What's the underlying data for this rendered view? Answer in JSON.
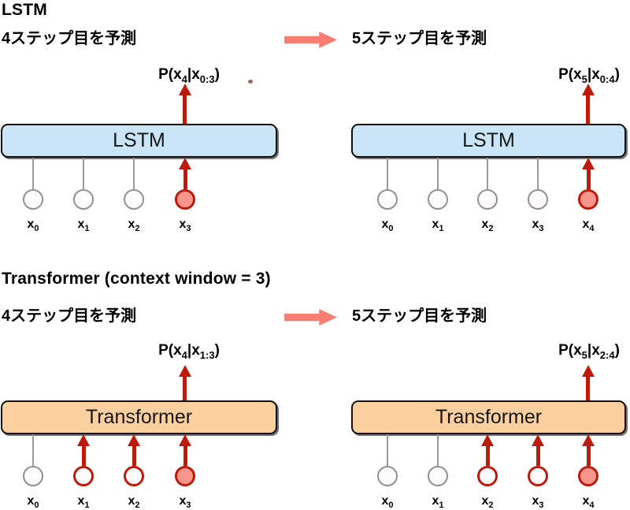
{
  "colors": {
    "box_blue": "#CBE5F8",
    "box_peach": "#FBCF9E",
    "red_arrow": "#BE1A0B",
    "pink_fill": "#F9968C",
    "salmon_block_arrow": "#FA7D71",
    "gray_line": "#9a9a9a"
  },
  "sections": {
    "lstm": {
      "title": "LSTM",
      "left_step_label": "4ステップ目を予測",
      "right_step_label": "5ステップ目を予測"
    },
    "transformer": {
      "title": "Transformer (context window = 3)",
      "left_step_label": "4ステップ目を予測",
      "right_step_label": "5ステップ目を予測"
    }
  },
  "panels": [
    {
      "id": "lstm-predict-step4",
      "box_label": "LSTM",
      "box_style": "blue",
      "p": [
        "P(x",
        "4",
        "|x",
        "0:3",
        ")"
      ],
      "inputs": [
        {
          "base": "x",
          "sub": "0",
          "state": "plain"
        },
        {
          "base": "x",
          "sub": "1",
          "state": "plain"
        },
        {
          "base": "x",
          "sub": "2",
          "state": "plain"
        },
        {
          "base": "x",
          "sub": "3",
          "state": "newest"
        }
      ]
    },
    {
      "id": "lstm-predict-step5",
      "box_label": "LSTM",
      "box_style": "blue",
      "p": [
        "P(x",
        "5",
        "|x",
        "0:4",
        ")"
      ],
      "inputs": [
        {
          "base": "x",
          "sub": "0",
          "state": "plain"
        },
        {
          "base": "x",
          "sub": "1",
          "state": "plain"
        },
        {
          "base": "x",
          "sub": "2",
          "state": "plain"
        },
        {
          "base": "x",
          "sub": "3",
          "state": "plain"
        },
        {
          "base": "x",
          "sub": "4",
          "state": "newest"
        }
      ]
    },
    {
      "id": "transformer-predict-step4",
      "box_label": "Transformer",
      "box_style": "peach",
      "p": [
        "P(x",
        "4",
        "|x",
        "1:3",
        ")"
      ],
      "inputs": [
        {
          "base": "x",
          "sub": "0",
          "state": "plain"
        },
        {
          "base": "x",
          "sub": "1",
          "state": "window"
        },
        {
          "base": "x",
          "sub": "2",
          "state": "window"
        },
        {
          "base": "x",
          "sub": "3",
          "state": "newest"
        }
      ]
    },
    {
      "id": "transformer-predict-step5",
      "box_label": "Transformer",
      "box_style": "peach",
      "p": [
        "P(x",
        "5",
        "|x",
        "2:4",
        ")"
      ],
      "inputs": [
        {
          "base": "x",
          "sub": "0",
          "state": "plain"
        },
        {
          "base": "x",
          "sub": "1",
          "state": "plain"
        },
        {
          "base": "x",
          "sub": "2",
          "state": "window"
        },
        {
          "base": "x",
          "sub": "3",
          "state": "window"
        },
        {
          "base": "x",
          "sub": "4",
          "state": "newest"
        }
      ]
    }
  ]
}
